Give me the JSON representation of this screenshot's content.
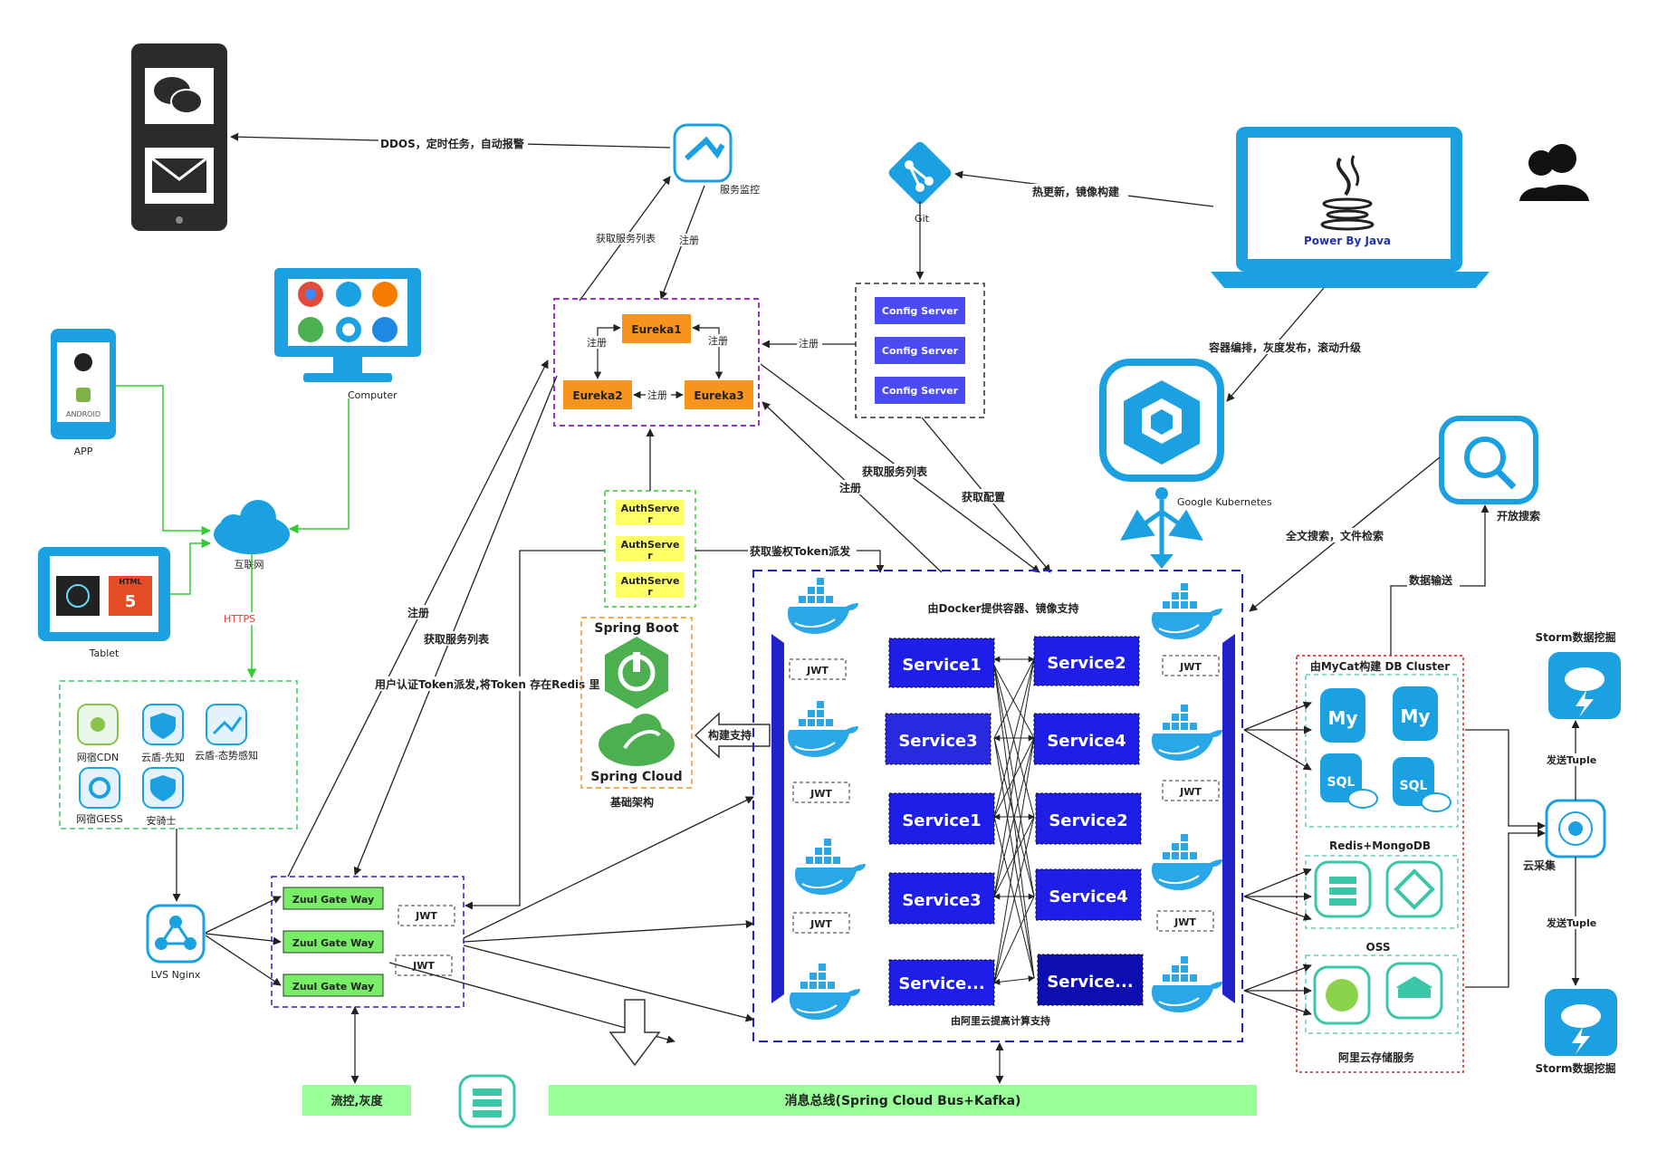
{
  "colors": {
    "blue_icon": "#1ba1e2",
    "service_blue": "#1e1ee6",
    "eureka_orange": "#f7941d",
    "config_purple": "#4b4bf5",
    "auth_yellow": "#ffff66",
    "zuul_green": "#77ee66",
    "bus_green": "#99ff99",
    "spring_green": "#4caf50"
  },
  "phone": {
    "label": ""
  },
  "monitor": {
    "arrow_label": "DDOS，定时任务，自动报警",
    "label": "服务监控",
    "fetch_list": "获取服务列表",
    "register": "注册"
  },
  "git": {
    "label": "Git",
    "arrow_label": "热更新，镜像构建"
  },
  "laptop": {
    "caption": "Power By Java"
  },
  "k8s": {
    "label": "Google Kubernetes",
    "arrow_label": "容器编排，灰度发布，滚动升级"
  },
  "eureka": {
    "e1": "Eureka1",
    "e2": "Eureka2",
    "e3": "Eureka3",
    "reg_left": "注册",
    "reg_right": "注册",
    "reg_mid": "注册"
  },
  "config": {
    "items": [
      "Config Server",
      "Config Server",
      "Config Server"
    ],
    "arrow_label": "注册",
    "fetch_config": "获取配置"
  },
  "computer": {
    "label": "Computer"
  },
  "app": {
    "label": "APP"
  },
  "tablet": {
    "label": "Tablet"
  },
  "internet": {
    "label": "互联网",
    "https": "HTTPS"
  },
  "security": {
    "items": [
      "网宿CDN",
      "云盾-先知",
      "云盾-态势感知",
      "网宿GESS",
      "安骑士"
    ]
  },
  "lvs": {
    "label": "LVS Nginx"
  },
  "zuul": {
    "items": [
      "Zuul Gate Way",
      "Zuul Gate Way",
      "Zuul Gate Way"
    ],
    "jwt": [
      "JWT",
      "JWT"
    ]
  },
  "auth": {
    "items": [
      "AuthServe r",
      "AuthServe r",
      "AuthServe r"
    ],
    "token_label": "获取鉴权Token派发",
    "user_token": "用户认证Token派发,将Token 存在Redis 里"
  },
  "left_labels": {
    "register": "注册",
    "fetch_list": "获取服务列表"
  },
  "spring": {
    "boot": "Spring Boot",
    "cloud": "Spring Cloud",
    "base": "基础架构",
    "build": "构建支持"
  },
  "docker": {
    "title": "由Docker提供容器、镜像支持",
    "footer": "由阿里云提高计算支持",
    "register": "注册",
    "fetch_list": "获取服务列表",
    "jwt": [
      "JWT",
      "JWT",
      "JWT",
      "JWT",
      "JWT",
      "JWT"
    ],
    "services": [
      [
        "Service1",
        "Service2"
      ],
      [
        "Service3",
        "Service4"
      ],
      [
        "Service1",
        "Service2"
      ],
      [
        "Service3",
        "Service4"
      ],
      [
        "Service...",
        "Service..."
      ]
    ]
  },
  "search": {
    "label": "开放搜索",
    "fulltext": "全文搜索，文件检索",
    "transfer": "数据输送"
  },
  "db": {
    "title": "由MyCat构建 DB Cluster",
    "redis": "Redis+MongoDB",
    "oss": "OSS",
    "aliyun": "阿里云存储服务"
  },
  "storm": {
    "top": "Storm数据挖掘",
    "bottom": "Storm数据挖掘",
    "tuple_up": "发送Tuple",
    "tuple_down": "发送Tuple",
    "collect": "云采集"
  },
  "bottom": {
    "flow": "流控,灰度",
    "bus": "消息总线(Spring Cloud Bus+Kafka)"
  }
}
